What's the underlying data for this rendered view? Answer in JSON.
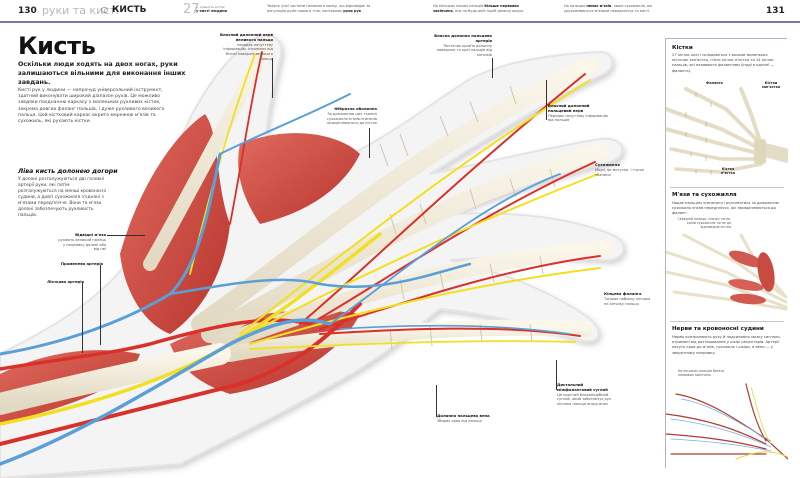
{
  "header": {
    "left_page_number": "130",
    "chapter": "руки та кисті",
    "section": "КИСТЬ",
    "fact1": {
      "big": "27",
      "text": "— кількість кісток",
      "bold": "у кисті людини"
    },
    "fact2": {
      "text": "Чверть усієї частини головного мозку, що відповідає за регуляцію рухів нашого тіла, контролює",
      "bold": "рухи рук"
    },
    "fact3": {
      "text": "На кінчиках наших пальців",
      "bold": "більше нервових закінчень",
      "rest": ", ніж на будь-якій іншій ділянці шкіри."
    },
    "fact4": {
      "text": "На пальцях",
      "bold": "немає м'язів",
      "rest": ", лише сухожилля, які урухомлюються м'язами передпліччя та кисті."
    },
    "right_page_number": "131"
  },
  "main": {
    "title": "Кисть",
    "lead": "Оскільки люди ходять на двох ногах, руки залишаються вільними для виконання інших завдань.",
    "body": "Кисті рук у людини — напрочуд універсальний інструмент, здатний виконувати широкий діапазон рухів. Це можливо завдяки поєднанню каркасу з маленьких рухливих кісток, зокрема довгих фаланг пальців, і дуже рухливого великого пальця. Цей кістковий каркас вкрито мережею м'язів та сухожиль, які рухають кістки.",
    "subsection_title": "Ліва кисть долонею догори",
    "subsection_text": "У долоні розгалужуються дві головні артерії руки, які потім розгалужуються на менші кровоносні судини, а довгі сухожилля з'єднані з м'язами передпліччя. Вони та м'язи долоні забезпечують рухливість пальців."
  },
  "callouts": [
    {
      "title": "Власний долонний нерв великого пальця",
      "text": "передає почуттєву інформацію, отриману від бічної поверхні великого пальця"
    },
    {
      "title": "Власна долонна пальцева артерія",
      "text": "Постачає кров'ю долонну поверхню та краї пальців від кінчиків"
    },
    {
      "title": "Фіброзна оболонка",
      "text": "За допомогою цих тканин сухожилля м'язів-згиначів прикріплюються до кісток"
    },
    {
      "title": "Власний долонний пальцевий нерв",
      "text": "Передає почуттєву інформацію від пальців"
    },
    {
      "title": "Сухожилля",
      "text": "Міцні, як мотузки, і гнучкі тканини"
    },
    {
      "title": "Відвідні м'язи",
      "text": "рухають великий палець у напрямку долоні або від неї"
    },
    {
      "title": "Променева артерія",
      "text": ""
    },
    {
      "title": "Ліктьова артерія",
      "text": ""
    },
    {
      "title": "Кінцева фаланга",
      "text": "Тоншає поблизу кінчика на кінчику пальця"
    },
    {
      "title": "Дистальний міжфаланговий суглоб",
      "text": "Це простий блокоподібний суглоб, який забезпечує рух кінчика пальця вгору-вниз"
    },
    {
      "title": "Долонна пальцева вена",
      "text": "Збирає кров від пальця"
    }
  ],
  "sidebar": {
    "bones": {
      "title": "Кістки",
      "text": "27 кісток кисті складаються з восьми маленьких кісточок зап'ястка, п'яти кісток п'ястка та 14 кісток пальців, які називають фалангами (іноді в однині — фаланга).",
      "labels": [
        "Фаланга",
        "Кістки зап'ястка",
        "Кістка п'ястка"
      ]
    },
    "muscles": {
      "title": "М'язи та сухожилля",
      "text": "Надає пальцям згинатися і розгинатися за допомогою сухожиль м'язів передпліччя, які прикріплюються до фаланг.",
      "note": "Середній палець: згинач тягне, кріпи сухожилля тягне до відповідної кістки"
    },
    "nerves": {
      "title": "Нерви та кровоносні судини",
      "text": "Нерви контролюють руху й надсилають мозку сигнали, отримані від розташованих у шкірі рецепторів. Артерії несуть кров до м'язів, сухожиль і шкіри, а вени — у зворотному напрямку.",
      "note": "На кінчиках пальців багато нервових закінчень"
    }
  },
  "colors": {
    "header_rule": "#7a7aa3",
    "artery": "#d9302a",
    "vein": "#5a9fd8",
    "nerve": "#f2e020",
    "tendon": "#f0ead8",
    "muscle": "#d4534a"
  }
}
